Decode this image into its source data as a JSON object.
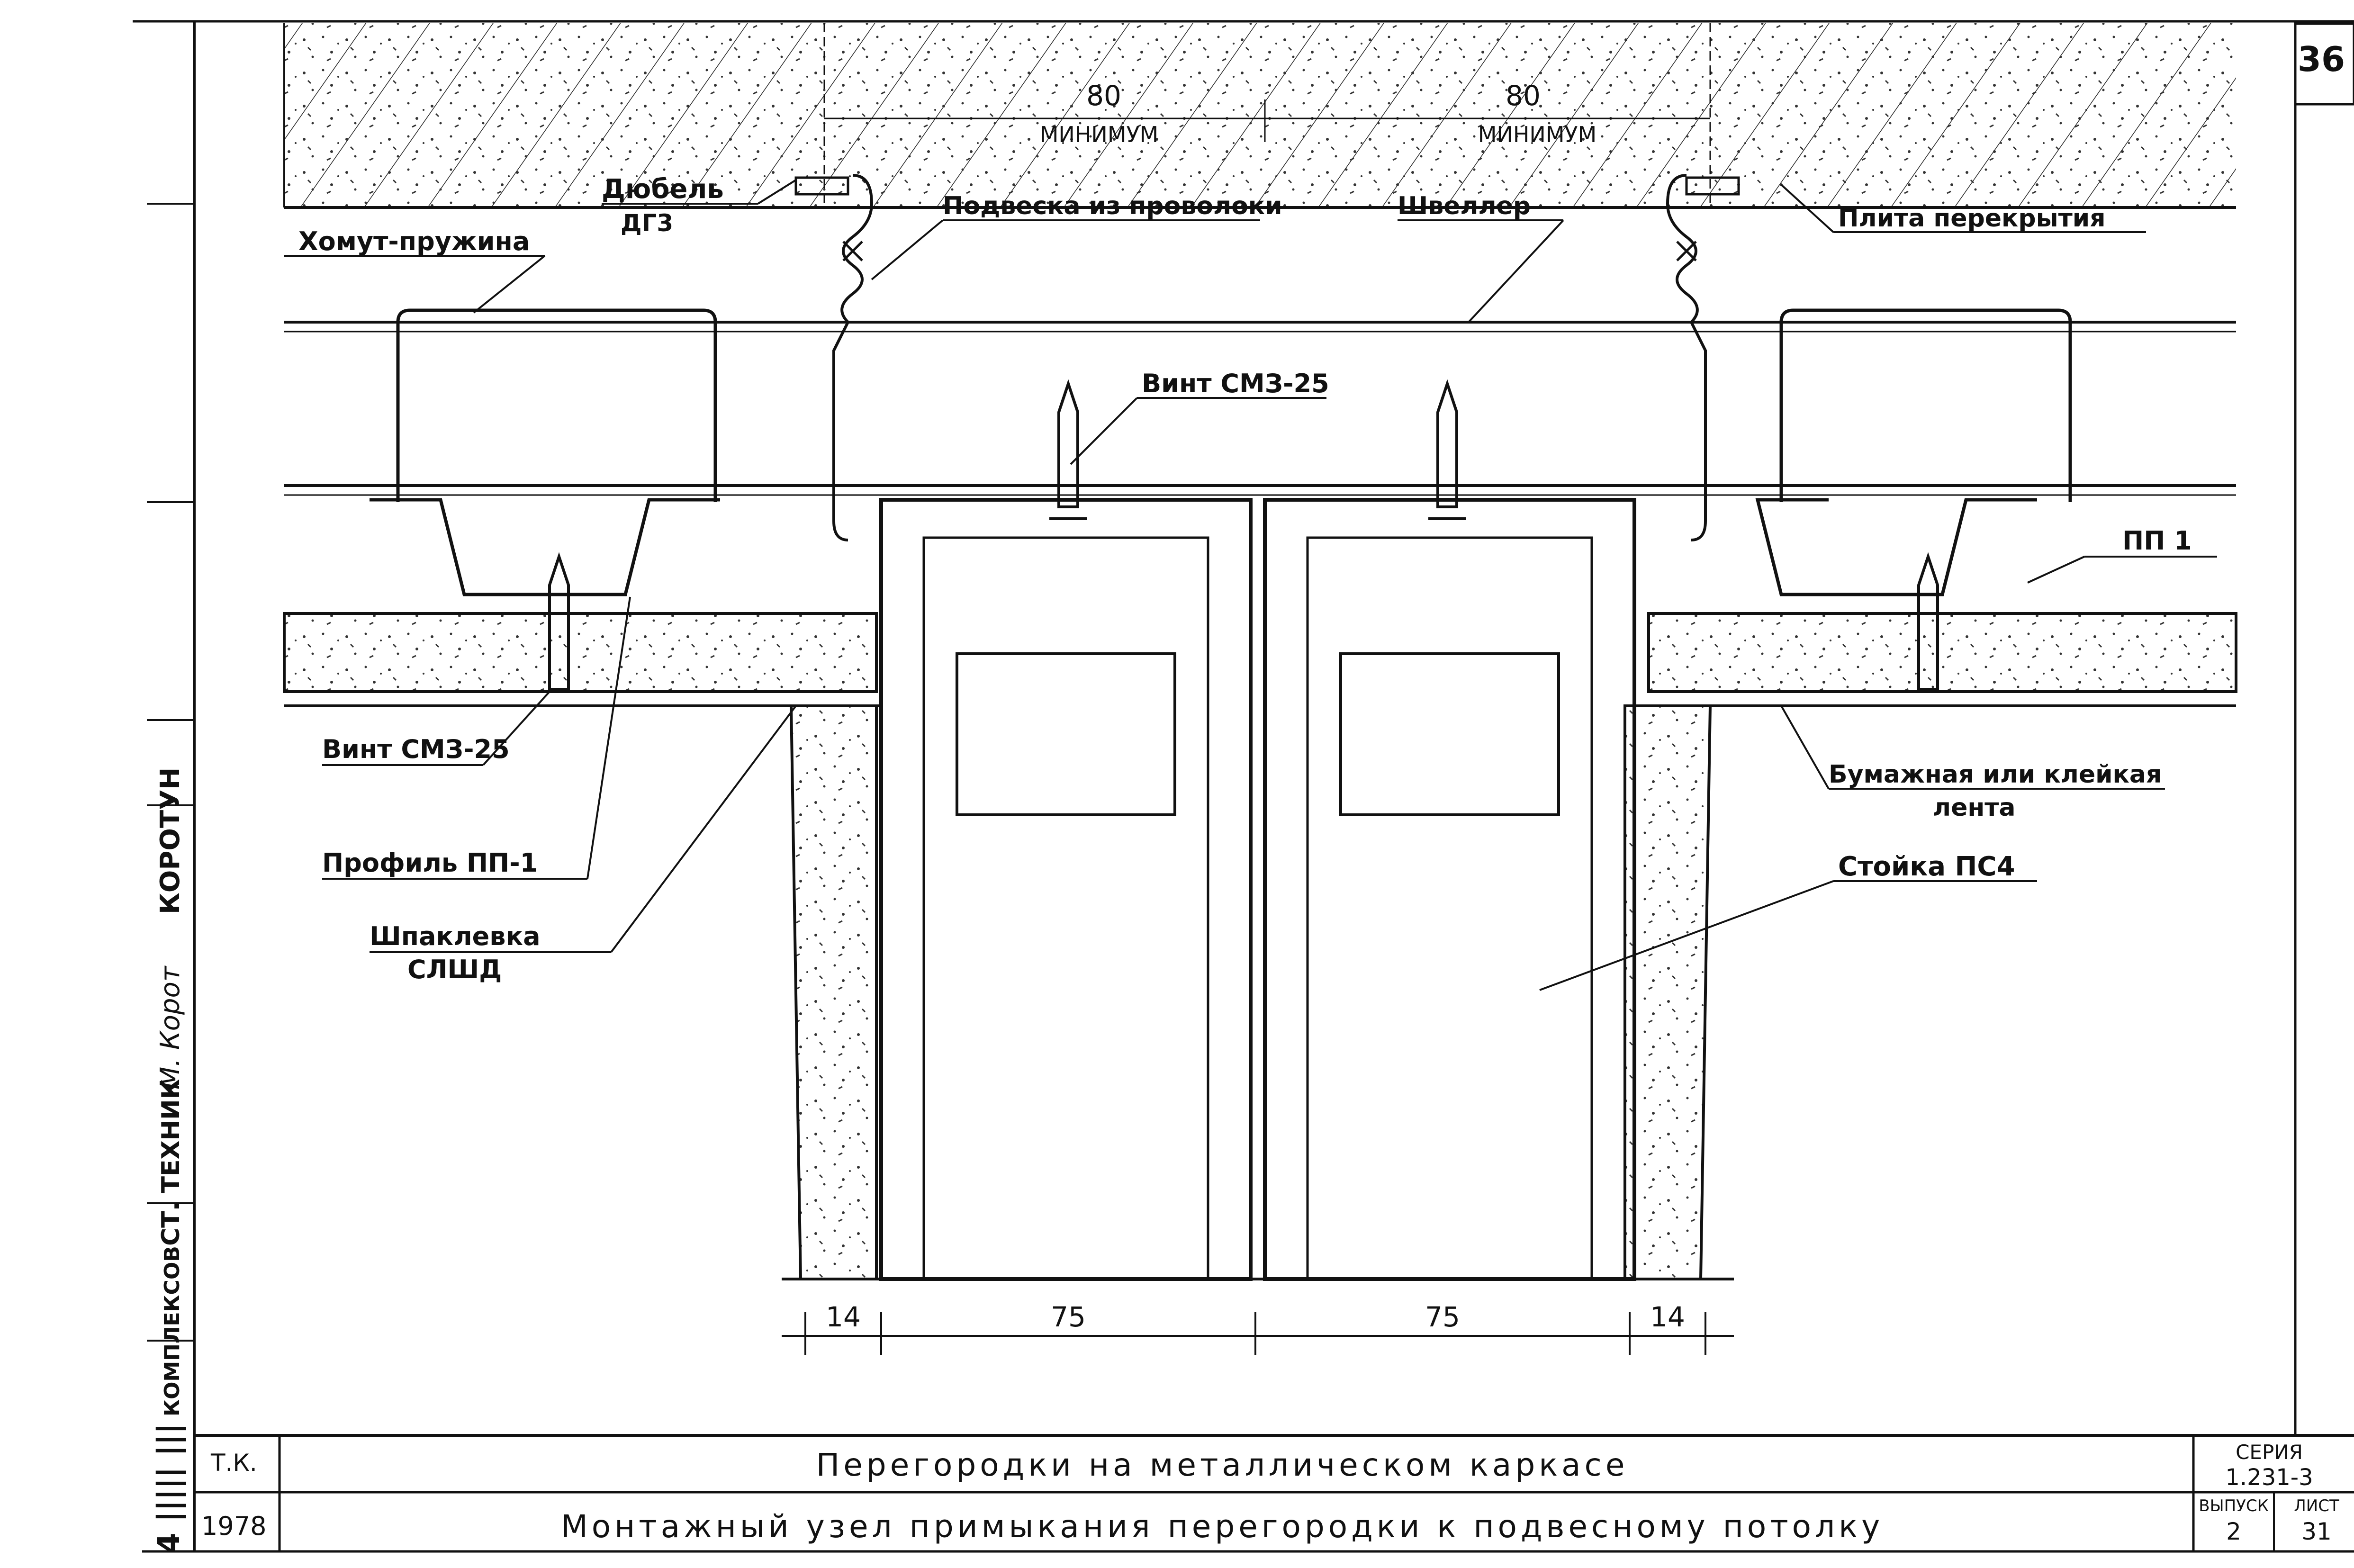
{
  "sheet": {
    "page_number": "36",
    "side_label_org": "КОМПЛЕКСОВ",
    "side_label_role": "СТ. ТЕХНИК",
    "side_label_name": "КОРОТУН",
    "side_signature": "М. Корот",
    "side_number": "4 ||||| |||"
  },
  "callouts": {
    "dowel": "Дюбель",
    "dowel_type": "ДГ3",
    "wire_hanger": "Подвеска из проволоки",
    "channel": "Швеллер",
    "slab": "Плита перекрытия",
    "clamp_spring": "Хомут-пружина",
    "screw_top": "Винт СМЗ-25",
    "pp1": "ПП 1",
    "screw_left": "Винт СМЗ-25",
    "profile_pp1": "Профиль ПП-1",
    "putty": "Шпаклевка",
    "putty_type": "СЛШД",
    "tape_line1": "Бумажная или клейкая",
    "tape_line2": "лента",
    "post": "Стойка ПС4"
  },
  "dimensions": {
    "top_left_value": "80",
    "top_left_note": "МИНИМУМ",
    "top_right_value": "80",
    "top_right_note": "МИНИМУМ",
    "bottom": [
      "14",
      "75",
      "75",
      "14"
    ]
  },
  "title_block": {
    "org": "Т.К.",
    "year": "1978",
    "title": "Перегородки на металлическом каркасе",
    "subtitle": "Монтажный узел примыкания перегородки к подвесному потолку",
    "series_label": "СЕРИЯ",
    "series_value": "1.231-3",
    "issue_label": "ВЫПУСК",
    "issue_value": "2",
    "sheet_label": "ЛИСТ",
    "sheet_value": "31"
  }
}
